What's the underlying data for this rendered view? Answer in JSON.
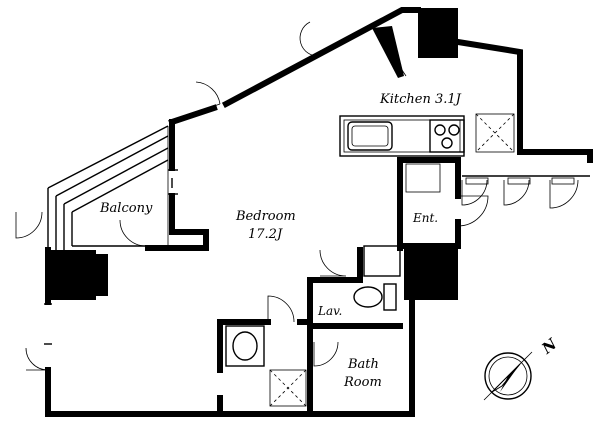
{
  "rooms": {
    "kitchen": {
      "name": "Kitchen",
      "size": "3.1J"
    },
    "bedroom": {
      "name": "Bedroom",
      "size": "17.2J"
    },
    "balcony": {
      "name": "Balcony"
    },
    "entrance": {
      "name": "Ent."
    },
    "lavatory": {
      "name": "Lav."
    },
    "bath": {
      "line1": "Bath",
      "line2": "Room"
    }
  },
  "compass": {
    "label": "N"
  },
  "colors": {
    "wall": "#000000",
    "background": "#ffffff",
    "fixture_fill": "#f0f0f0"
  }
}
